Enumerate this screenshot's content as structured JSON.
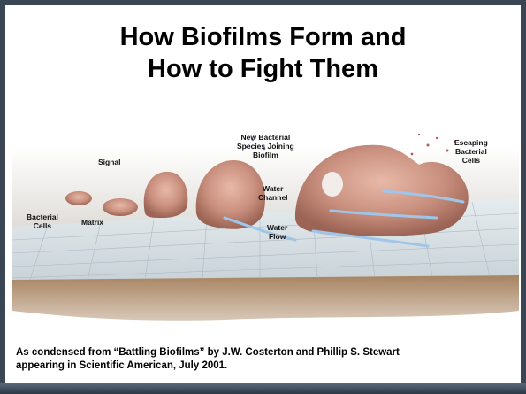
{
  "slide": {
    "title_line1": "How Biofilms Form and",
    "title_line2": "How to Fight Them",
    "labels": {
      "signal": "Signal",
      "new_species": [
        "New Bacterial",
        "Species Joining",
        "Biofilm"
      ],
      "escaping": [
        "Escaping",
        "Bacterial",
        "Cells"
      ],
      "bacterial_cells": [
        "Bacterial",
        "Cells"
      ],
      "matrix": "Matrix",
      "water_channel": [
        "Water",
        "Channel"
      ],
      "water_flow": [
        "Water",
        "Flow"
      ]
    },
    "caption_line1": "As condensed from “Battling Biofilms” by J.W. Costerton and Phillip S. Stewart",
    "caption_line2": "appearing in Scientific American, July 2001."
  },
  "colors": {
    "frame": "#3a4654",
    "biofilm": "#c98f7e",
    "water": "#9fc6e8",
    "soil": "#a07a55"
  }
}
